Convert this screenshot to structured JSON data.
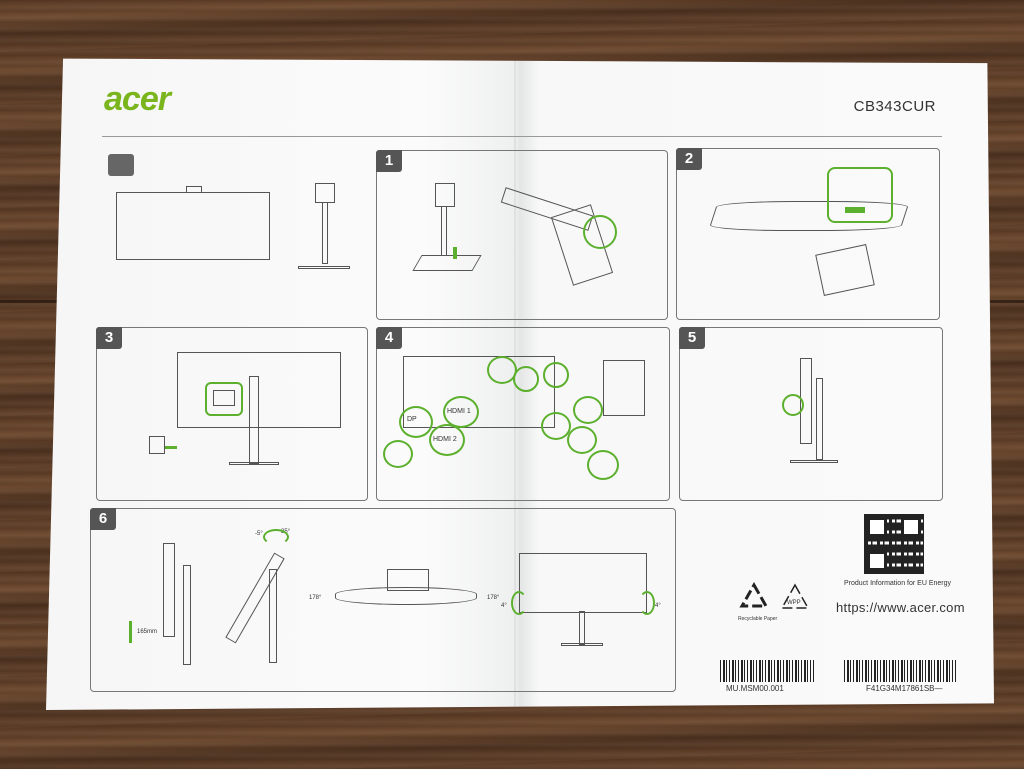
{
  "document": {
    "brand": "acer",
    "model": "CB343CUR"
  },
  "steps": [
    {
      "label": "1"
    },
    {
      "label": "2"
    },
    {
      "label": "3"
    },
    {
      "label": "4"
    },
    {
      "label": "5"
    },
    {
      "label": "6"
    }
  ],
  "connections": {
    "ports": [
      "DP",
      "HDMI 1",
      "HDMI 2"
    ]
  },
  "adjustments": {
    "height": "165mm",
    "tilt_back": "-5°",
    "tilt_forward": "35°",
    "view_left": "178°",
    "view_right": "178°",
    "swivel_left": "4°",
    "swivel_right": "4°"
  },
  "footer": {
    "recyclable_label": "Recyclable Paper",
    "wpp_label": "WPP",
    "eu_energy_label": "Product Information for EU Energy",
    "url": "https://www.acer.com",
    "barcode_left": "MU.MSM00.001",
    "barcode_right": "F41G34M17861SB—"
  },
  "colors": {
    "brand_green": "#7ab51d",
    "accent_green": "#5cb02e",
    "wood": "#5a3a24"
  }
}
